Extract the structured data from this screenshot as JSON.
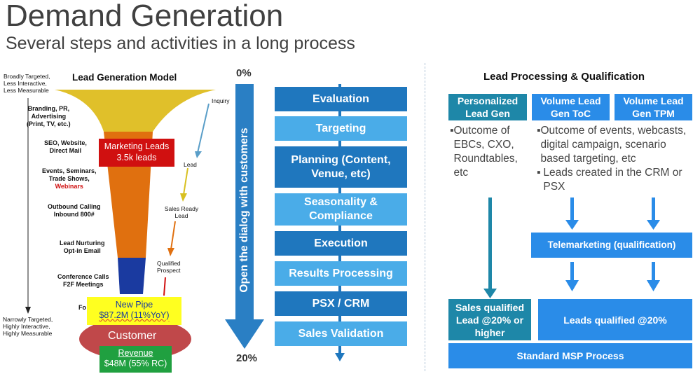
{
  "header": {
    "title": "Demand Generation",
    "subtitle": "Several steps and activities in a long process"
  },
  "funnel": {
    "title": "Lead Generation Model",
    "top_left_note": [
      "Broadly Targeted,",
      "Less Interactive,",
      "Less Measurable"
    ],
    "bottom_left_note": [
      "Narrowly Targeted,",
      "Highly Interactive,",
      "Highly Measurable"
    ],
    "channels": [
      {
        "lines": [
          "Branding, PR,",
          "Advertising",
          "(Print, TV, etc.)"
        ],
        "highlight": ""
      },
      {
        "lines": [
          "SEO, Website,",
          "Direct Mail"
        ],
        "highlight": ""
      },
      {
        "lines": [
          "Events, Seminars,",
          "Trade Shows,"
        ],
        "highlight": "Webinars"
      },
      {
        "lines": [
          "Outbound Calling",
          "Inbound 800#"
        ],
        "highlight": ""
      },
      {
        "lines": [
          "Lead Nurturing",
          "Opt-in Email"
        ],
        "highlight": ""
      },
      {
        "lines": [
          "Conference Calls",
          "F2F Meetings"
        ],
        "highlight": ""
      }
    ],
    "fo_label": "Fo",
    "stages": [
      "Inquiry",
      "Lead",
      "Sales Ready Lead",
      "Qualified Prospect"
    ],
    "marketing_leads": {
      "line1": "Marketing Leads",
      "line2": "3.5k leads"
    },
    "new_pipe": {
      "line1": "New Pipe",
      "line2": "$87.2M (11%YoY)"
    },
    "customer": "Customer",
    "revenue": {
      "line1": "Revenue",
      "line2": "$48M (55% RC)"
    },
    "colors": {
      "yellow": "#e0c02a",
      "orange": "#e0700f",
      "navy": "#1a3aa0",
      "red": "#d01010",
      "customer": "#c0484a",
      "pipe": "#ffff20",
      "revenue": "#20a040"
    }
  },
  "dialog_arrow": {
    "top_pct": "0%",
    "bottom_pct": "20%",
    "label": "Open the dialog with customers"
  },
  "steps": [
    "Evaluation",
    "Targeting",
    "Planning (Content, Venue, etc)",
    "Seasonality & Compliance",
    "Execution",
    "Results Processing",
    "PSX / CRM",
    "Sales Validation"
  ],
  "qualification": {
    "title": "Lead Processing & Qualification",
    "columns": [
      {
        "header": "Personalized Lead Gen"
      },
      {
        "header": "Volume Lead Gen ToC"
      },
      {
        "header": "Volume Lead Gen TPM"
      }
    ],
    "bullets_left": [
      "Outcome of EBCs, CXO, Roundtables, etc"
    ],
    "bullets_right": [
      "Outcome of events, webcasts, digital campaign, scenario based targeting, etc",
      "Leads created in the CRM or PSX"
    ],
    "telemarketing": "Telemarketing (qualification)",
    "sales_qualified": "Sales qualified Lead @20% or higher",
    "leads_qualified": "Leads qualified @20%",
    "standard": "Standard MSP Process",
    "colors": {
      "teal": "#1e87a8",
      "blue": "#2a8ce8",
      "deep": "#1565c0"
    }
  }
}
